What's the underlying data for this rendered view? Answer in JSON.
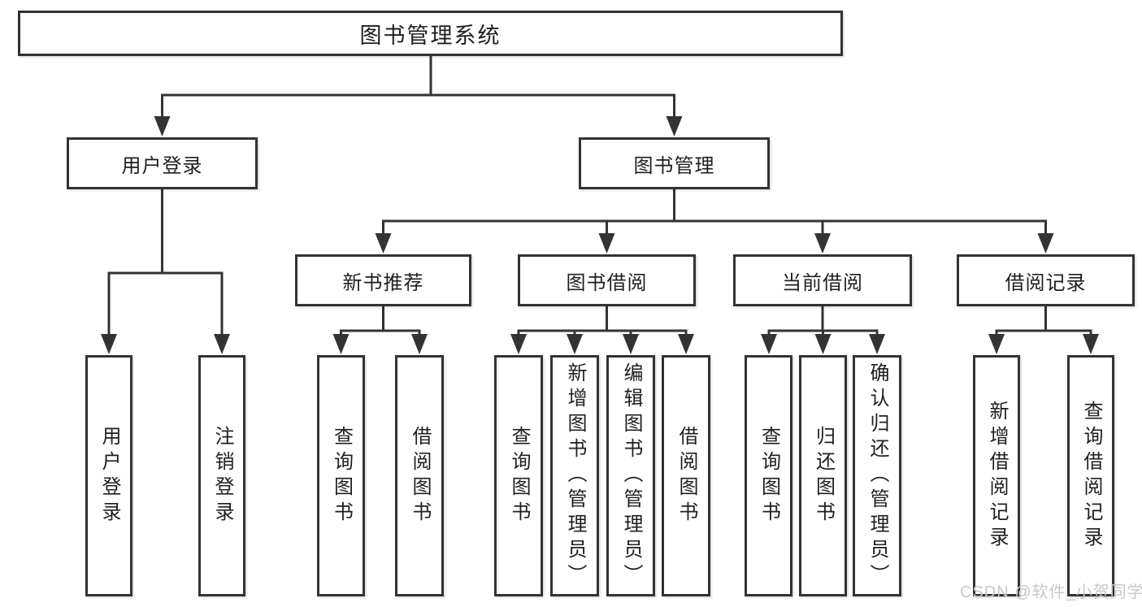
{
  "diagram": {
    "root": {
      "label": "图书管理系统"
    },
    "branches": [
      {
        "label": "用户登录",
        "children": [
          {
            "label": "用户登录"
          },
          {
            "label": "注销登录"
          }
        ]
      },
      {
        "label": "图书管理",
        "sections": [
          {
            "label": "新书推荐",
            "children": [
              {
                "label": "查询图书"
              },
              {
                "label": "借阅图书"
              }
            ]
          },
          {
            "label": "图书借阅",
            "children": [
              {
                "label": "查询图书"
              },
              {
                "label": "新增图书（管理员）"
              },
              {
                "label": "编辑图书（管理员）"
              },
              {
                "label": "借阅图书"
              }
            ]
          },
          {
            "label": "当前借阅",
            "children": [
              {
                "label": "查询图书"
              },
              {
                "label": "归还图书"
              },
              {
                "label": "确认归还（管理员）"
              }
            ]
          },
          {
            "label": "借阅记录",
            "children": [
              {
                "label": "新增借阅记录"
              },
              {
                "label": "查询借阅记录"
              }
            ]
          }
        ]
      }
    ]
  },
  "watermark": {
    "text": "CSDN @软件_小贺同学"
  },
  "colors": {
    "line": "#333333",
    "text": "#1f1f1f",
    "watermark": "#c8c8c8",
    "background": "#ffffff"
  }
}
